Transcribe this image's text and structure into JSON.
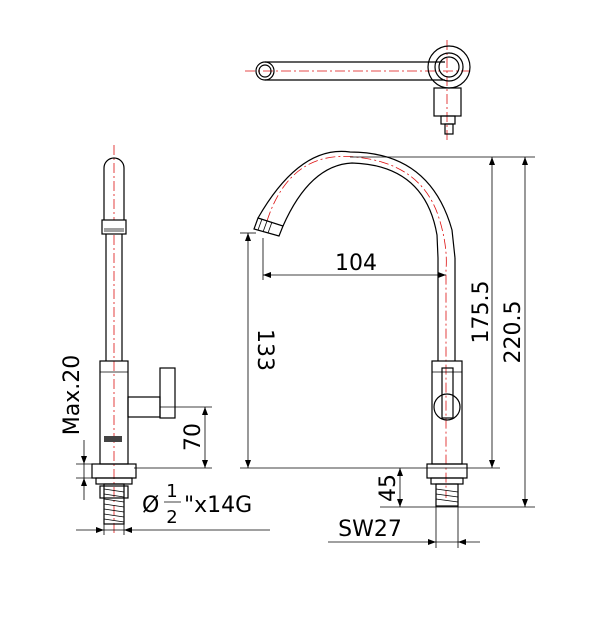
{
  "drawing": {
    "colors": {
      "line": "#000000",
      "centerline": "#dd1111",
      "background": "#ffffff"
    },
    "dimensions": {
      "spout_reach": "104",
      "spout_height": "133",
      "body_height": "175.5",
      "total_height": "220.5",
      "handle_height": "70",
      "max_panel": "Max.20",
      "nut_height": "45",
      "wrench_size": "SW27"
    },
    "thread": {
      "diameter_symbol": "Ø",
      "fraction_num": "1",
      "fraction_den": "2",
      "suffix": "\"x14G"
    }
  }
}
